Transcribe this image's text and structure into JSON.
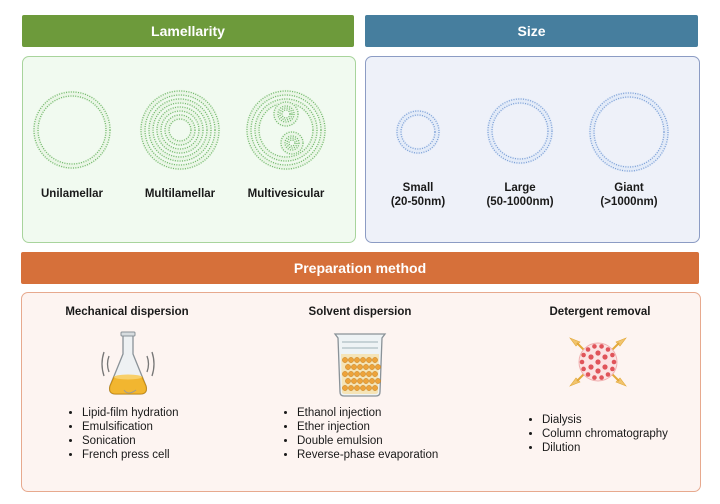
{
  "lamellarity": {
    "title": "Lamellarity",
    "types": [
      "Unilamellar",
      "Multilamellar",
      "Multivesicular"
    ]
  },
  "size": {
    "title": "Size",
    "classes": [
      "Small\n(20-50nm)",
      "Large\n(50-1000nm)",
      "Giant\n(>1000nm)"
    ]
  },
  "preparation": {
    "title": "Preparation method",
    "methods": [
      {
        "name": "Mechanical dispersion",
        "items": [
          "Lipid-film hydration",
          "Emulsification",
          "Sonication",
          "French press cell"
        ]
      },
      {
        "name": "Solvent dispersion",
        "items": [
          "Ethanol injection",
          "Ether injection",
          "Double emulsion",
          "Reverse-phase evaporation"
        ]
      },
      {
        "name": "Detergent removal",
        "items": [
          "Dialysis",
          "Column chromatography",
          "Dilution"
        ]
      }
    ]
  },
  "colors": {
    "lamellarity_banner": "#6d9a3b",
    "size_banner": "#467e9e",
    "preparation_banner": "#d6703a",
    "green_lipid": "#6fb86a",
    "blue_lipid": "#7c9fd6",
    "red_micelle": "#e0545a"
  }
}
